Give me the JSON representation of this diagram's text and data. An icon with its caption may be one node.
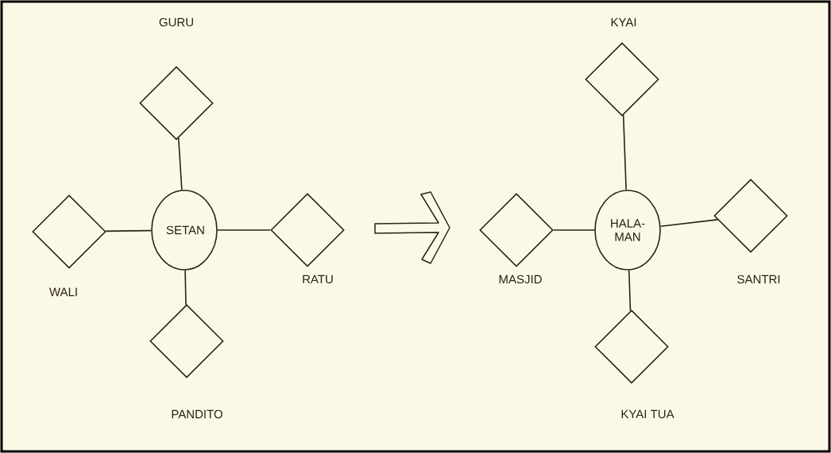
{
  "diagram": {
    "nodes": [
      {
        "text": [
          "SETAN"
        ]
      },
      {
        "text": [],
        "shape": "diamond",
        "beside": [
          "GURU"
        ]
      },
      {
        "text": [],
        "shape": "diamond",
        "beside": [
          "WALI"
        ]
      },
      {
        "text": [],
        "shape": "diamond",
        "beside": [
          "RATU"
        ]
      },
      {
        "text": [],
        "shape": "diamond",
        "beside": [
          "PANDITO"
        ]
      },
      {
        "text": [
          "HALA- MAN"
        ]
      },
      {
        "text": [],
        "shape": "diamond",
        "beside": [
          "KYAI"
        ]
      },
      {
        "text": [],
        "shape": "diamond",
        "beside": [
          "MASJID"
        ]
      },
      {
        "text": [],
        "shape": "diamond",
        "beside": [
          "SANTRI"
        ]
      },
      {
        "text": [],
        "shape": "diamond",
        "beside": [
          "KYAI TUA"
        ]
      }
    ],
    "edges": [
      {
        "from": 0,
        "to": 1,
        "arrow": "none"
      },
      {
        "from": 0,
        "to": 2,
        "arrow": "none"
      },
      {
        "from": 0,
        "to": 3,
        "arrow": "none"
      },
      {
        "from": 0,
        "to": 4,
        "arrow": "none"
      },
      {
        "from": 5,
        "to": 6,
        "arrow": "none"
      },
      {
        "from": 5,
        "to": 7,
        "arrow": "none"
      },
      {
        "from": 5,
        "to": 8,
        "arrow": "none"
      },
      {
        "from": 5,
        "to": 9,
        "arrow": "none"
      }
    ]
  }
}
